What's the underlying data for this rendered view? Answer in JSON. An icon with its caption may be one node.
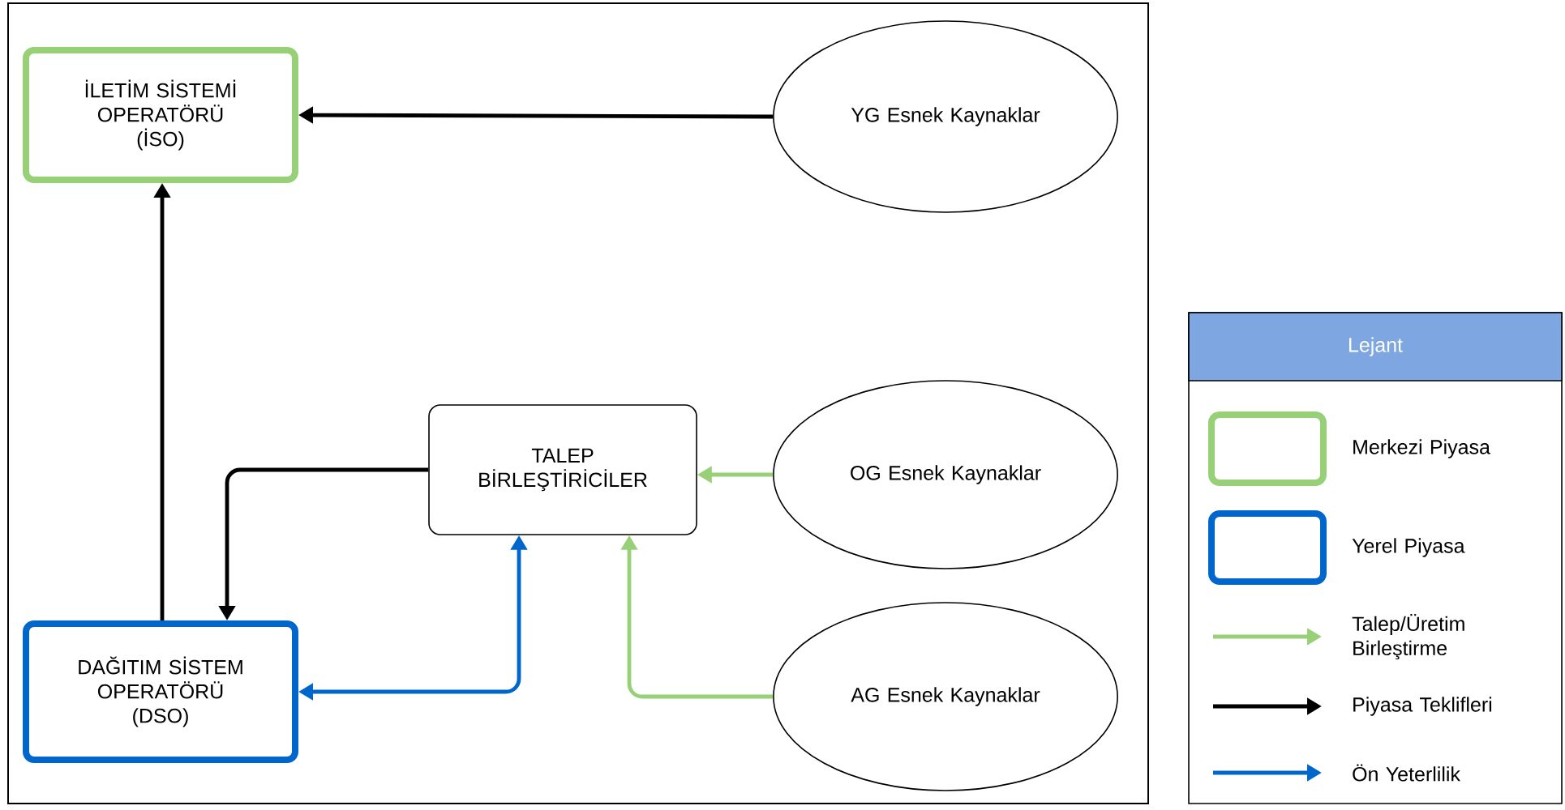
{
  "diagram": {
    "nodes": [
      {
        "text": [
          "İLETİM SİSTEMİ OPERATÖRÜ (İSO)"
        ]
      },
      {
        "text": [
          "YG Esnek Kaynaklar"
        ]
      },
      {
        "text": [
          "TALEP BİRLEŞTİRİCİLER"
        ]
      },
      {
        "text": [
          "OG Esnek Kaynaklar"
        ]
      },
      {
        "text": [
          "DAĞITIM SİSTEM OPERATÖRÜ (DSO)"
        ]
      },
      {
        "text": [
          "AG Esnek Kaynaklar"
        ]
      }
    ],
    "edges": [
      {
        "from": 1,
        "to": 0,
        "arrow": "to"
      },
      {
        "from": 4,
        "to": 0,
        "arrow": "to"
      },
      {
        "from": 2,
        "to": 4,
        "arrow": "to"
      },
      {
        "from": 3,
        "to": 2,
        "arrow": "to",
        "color": "#97d077"
      },
      {
        "from": 5,
        "to": 2,
        "arrow": "to",
        "color": "#97d077"
      },
      {
        "from": 2,
        "to": 4,
        "arrow": "both",
        "color": "#0066cc"
      }
    ],
    "labels": [
      "Lejant"
    ],
    "legend": [
      {
        "text": "Merkezi Piyasa",
        "color": "#97d077"
      },
      {
        "text": "Yerel Piyasa",
        "color": "#0066cc"
      },
      {
        "text": "Talep/Üretim Birleştirme"
      },
      {
        "text": "Piyasa Teklifleri"
      },
      {
        "text": "Ön Yeterlilik"
      }
    ]
  }
}
